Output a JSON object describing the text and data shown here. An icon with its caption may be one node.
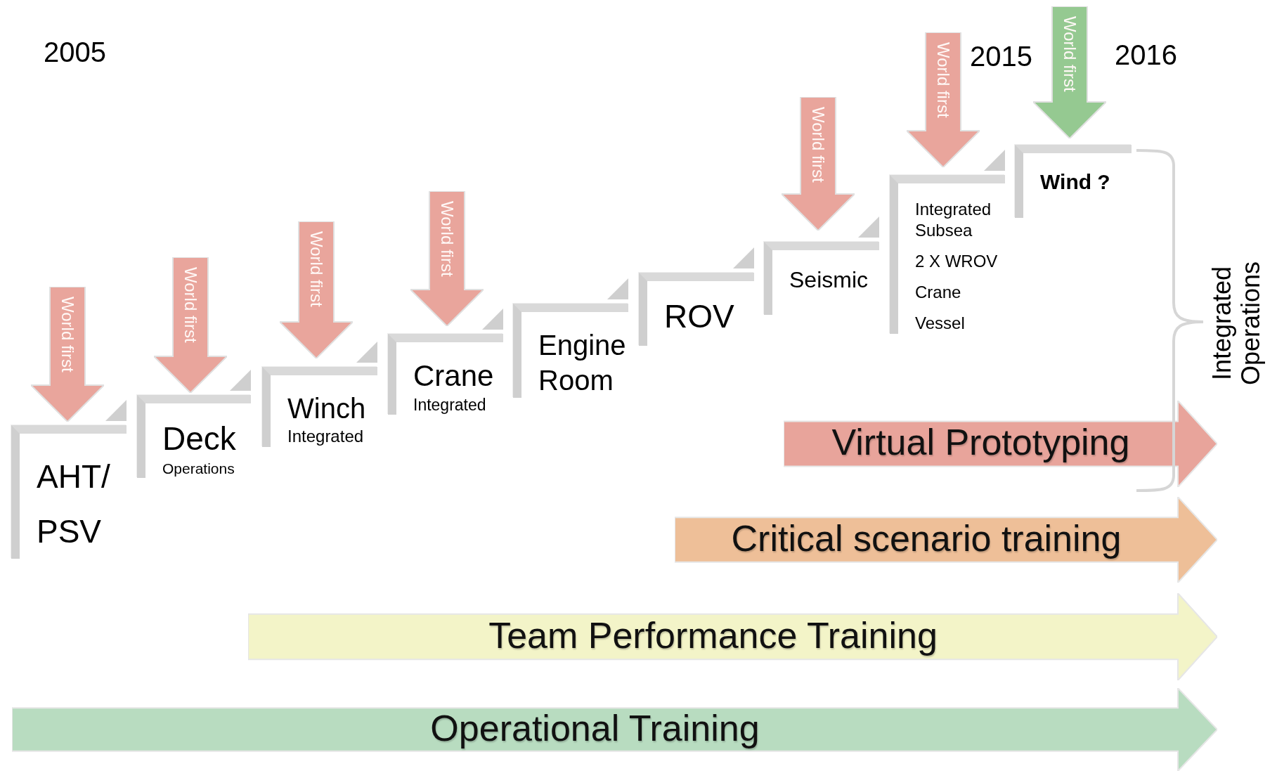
{
  "diagram": {
    "nodes": [
      {
        "text": [
          "World first"
        ]
      },
      {
        "text": [
          "AHT/ PSV"
        ]
      },
      {
        "text": [
          "World first"
        ]
      },
      {
        "text": [
          "Deck",
          "Operations"
        ]
      },
      {
        "text": [
          "World first"
        ]
      },
      {
        "text": [
          "Winch",
          "Integrated"
        ]
      },
      {
        "text": [
          "World first"
        ]
      },
      {
        "text": [
          "Crane",
          "Integrated"
        ]
      },
      {
        "text": [
          "Engine Room"
        ]
      },
      {
        "text": [
          "ROV"
        ]
      },
      {
        "text": [
          "World first"
        ]
      },
      {
        "text": [
          "Seismic"
        ]
      },
      {
        "text": [
          "World first"
        ]
      },
      {
        "text": [
          "Integrated Subsea",
          "2 X WROV",
          "Crane",
          "Vessel"
        ]
      },
      {
        "text": [
          "World first"
        ]
      },
      {
        "text": [
          "Wind ?"
        ]
      },
      {
        "text": [
          "Virtual Prototyping"
        ]
      },
      {
        "text": [
          "Critical scenario training"
        ]
      },
      {
        "text": [
          "Team Performance Training"
        ]
      },
      {
        "text": [
          "Operational Training"
        ]
      }
    ],
    "labels": [
      "2005",
      "2015",
      "2016",
      "Integrated Operations"
    ]
  }
}
